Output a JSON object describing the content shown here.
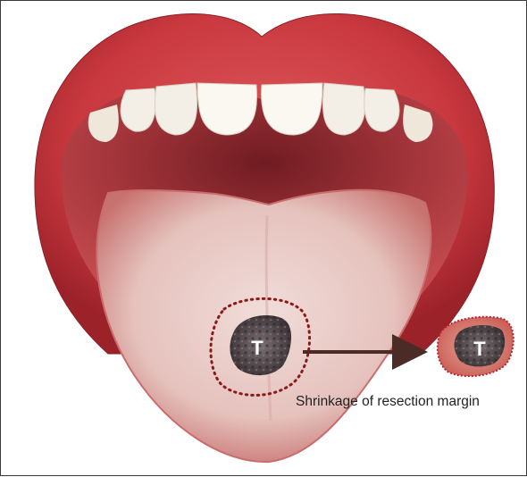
{
  "tumor_label": "T",
  "excised_tumor_label": "T",
  "caption": "Shrinkage of resection margin",
  "colors": {
    "lip_red": "#c8383e",
    "lip_dark": "#8e1f26",
    "mouth_interior": "#9a3036",
    "teeth": "#f4efe6",
    "tongue": "#e9c9c4",
    "tongue_edge": "#c96c6c",
    "tumor": "#4a4245",
    "margin_dots": "#8b1a1a",
    "arrow": "#4a2b26"
  }
}
